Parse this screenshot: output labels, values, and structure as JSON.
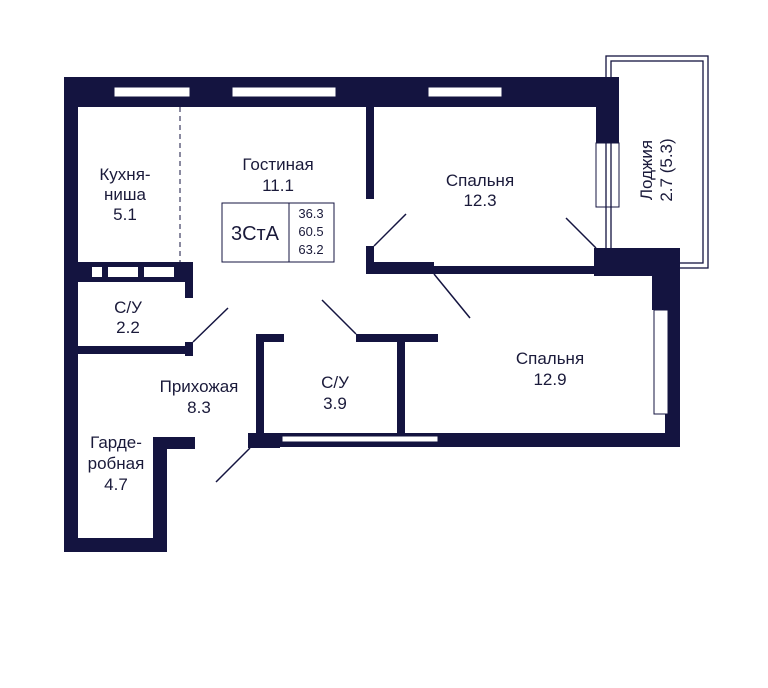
{
  "colors": {
    "wall": "#141440",
    "window": "#ffffff",
    "text": "#1a1a3a",
    "background": "#ffffff"
  },
  "plan": {
    "code": "3СтА",
    "areas": [
      "36.3",
      "60.5",
      "63.2"
    ],
    "rooms": {
      "kitchen": {
        "name_1": "Кухня-",
        "name_2": "ниша",
        "area": "5.1"
      },
      "living": {
        "name": "Гостиная",
        "area": "11.1"
      },
      "bedroom1": {
        "name": "Спальня",
        "area": "12.3"
      },
      "loggia": {
        "name": "Лоджия",
        "area": "2.7 (5.3)"
      },
      "bath1": {
        "name": "С/У",
        "area": "2.2"
      },
      "hall": {
        "name": "Прихожая",
        "area": "8.3"
      },
      "bath2": {
        "name": "С/У",
        "area": "3.9"
      },
      "bedroom2": {
        "name": "Спальня",
        "area": "12.9"
      },
      "wardrobe": {
        "name_1": "Гарде-",
        "name_2": "робная",
        "area": "4.7"
      }
    }
  }
}
